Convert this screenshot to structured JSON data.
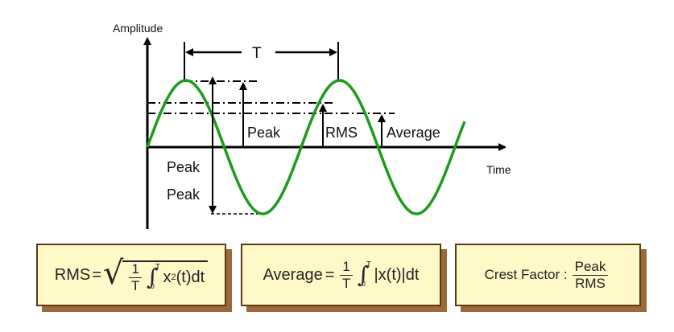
{
  "diagram": {
    "axis_y_label": "Amplitude",
    "axis_x_label": "Time",
    "period_label": "T",
    "peak_label": "Peak",
    "rms_label": "RMS",
    "average_label": "Average",
    "peak_peak_label_1": "Peak",
    "peak_peak_label_2": "Peak",
    "wave_color": "#1e9a1e"
  },
  "formulas": {
    "rms": {
      "lhs": "RMS",
      "eq": "=",
      "num": "1",
      "den": "T",
      "int_upper": "T",
      "int_lower": "0",
      "integrand": "x",
      "power": "2",
      "rest": "(t)dt"
    },
    "average": {
      "lhs": "Average",
      "eq": "=",
      "num": "1",
      "den": "T",
      "int_upper": "T",
      "int_lower": "0",
      "integrand": "|x(t)|dt"
    },
    "crest": {
      "lhs": "Crest Factor :",
      "num": "Peak",
      "den": "RMS"
    }
  }
}
